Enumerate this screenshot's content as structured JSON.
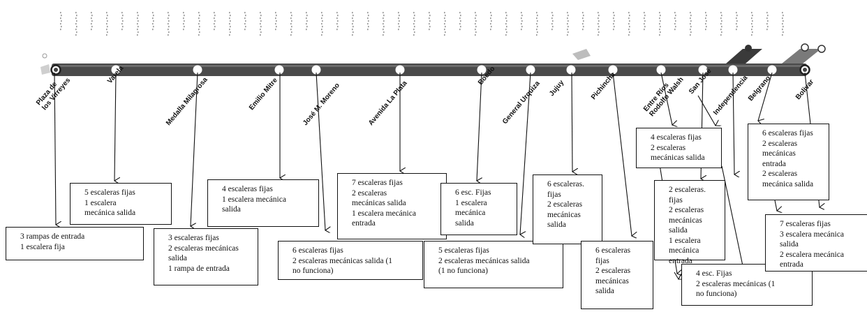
{
  "line": {
    "colors": {
      "track": "#4a4a4a",
      "track_dark": "#3a3a3a",
      "node": "#ffffff",
      "ink": "#111111"
    },
    "stations": [
      {
        "id": "plaza-de-los-virreyes",
        "name": "Plaza de\nlos Virreyes",
        "terminal": true
      },
      {
        "id": "varela",
        "name": "Varela"
      },
      {
        "id": "medalla-milagrosa",
        "name": "Medalla Milagrosa"
      },
      {
        "id": "emilio-mitre",
        "name": "Emilio Mitre"
      },
      {
        "id": "jose-m-moreno",
        "name": "José M. Moreno"
      },
      {
        "id": "avenida-la-plata",
        "name": "Avenida La Plata"
      },
      {
        "id": "boedo",
        "name": "Boedo"
      },
      {
        "id": "general-urquiza",
        "name": "General Urquiza"
      },
      {
        "id": "jujuy",
        "name": "Jujuy"
      },
      {
        "id": "pichincha",
        "name": "Pichincha"
      },
      {
        "id": "entre-rios",
        "name": "Entre Ríos\nRodolfo Walsh"
      },
      {
        "id": "san-jose",
        "name": "San José"
      },
      {
        "id": "independencia",
        "name": "Independencia"
      },
      {
        "id": "belgrano",
        "name": "Belgrano"
      },
      {
        "id": "bolivar",
        "name": "Bolivar",
        "terminal": true
      }
    ]
  },
  "boxes": [
    {
      "id": "plaza-de-los-virreyes",
      "text": "3 rampas de entrada\n1 escalera fija"
    },
    {
      "id": "varela",
      "text": "5 escaleras fijas\n1 escalera\nmecánica salida"
    },
    {
      "id": "medalla-milagrosa",
      "text": "3 escaleras fijas\n2 escaleras mecánicas\nsalida\n1 rampa de entrada"
    },
    {
      "id": "emilio-mitre",
      "text": "4 escaleras fijas\n1 escalera mecánica\nsalida"
    },
    {
      "id": "jose-m-moreno",
      "text": "6 escaleras fijas\n2 escaleras mecánicas salida (1\nno funciona)"
    },
    {
      "id": "avenida-la-plata",
      "text": "7 escaleras fijas\n2 escaleras\nmecánicas salida\n1 escalera mecánica\nentrada"
    },
    {
      "id": "boedo",
      "text": "6 esc. Fijas\n1 escalera\nmecánica\nsalida"
    },
    {
      "id": "general-urquiza",
      "text": "5 escaleras fijas\n2 escaleras mecánicas salida\n(1 no funciona)"
    },
    {
      "id": "jujuy",
      "text": "6 escaleras.\nfijas\n2 escaleras\nmecánicas\nsalida"
    },
    {
      "id": "pichincha",
      "text": "6 escaleras\nfijas\n2 escaleras\nmecánicas\nsalida"
    },
    {
      "id": "entre-rios",
      "text": "4 escaleras fijas\n2 escaleras\nmecánicas salida"
    },
    {
      "id": "san-jose",
      "text": "2 escaleras. fijas\n2 escaleras\nmecánicas salida\n1 escalera\nmecánica\nentrada"
    },
    {
      "id": "independencia",
      "text": "4 esc. Fijas\n2 escaleras mecánicas (1\nno funciona)"
    },
    {
      "id": "belgrano",
      "text": "6 escaleras fijas\n2 escaleras\nmecánicas\nentrada\n2 escaleras\nmecánica salida"
    },
    {
      "id": "bolivar",
      "text": "7 escaleras fijas\n3 escalera mecánica\nsalida\n2 escalera mecánica\nentrada"
    }
  ]
}
